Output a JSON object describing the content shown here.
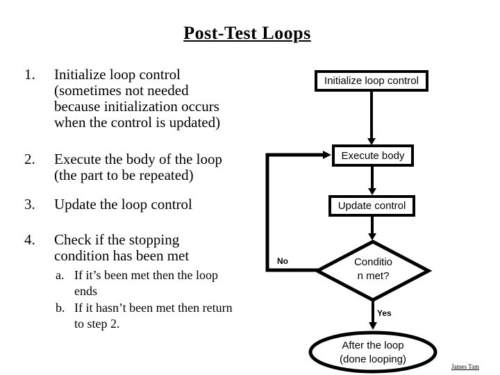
{
  "title": "Post-Test Loops",
  "list": {
    "items": [
      {
        "num": "1.",
        "lines": [
          "Initialize loop control",
          "(sometimes not needed",
          "because initialization occurs",
          "when the control is updated)"
        ]
      },
      {
        "num": "2.",
        "lines": [
          "Execute the body of the loop",
          "(the part to be repeated)"
        ]
      },
      {
        "num": "3.",
        "lines": [
          "Update the loop control"
        ]
      },
      {
        "num": "4.",
        "lines": [
          "Check if the stopping",
          "condition has been met"
        ]
      }
    ],
    "subitems": [
      {
        "num": "a.",
        "lines": [
          "If it’s been met then the loop",
          "ends"
        ]
      },
      {
        "num": "b.",
        "lines": [
          "If it hasn’t been met then return",
          "to step 2."
        ]
      }
    ]
  },
  "flowchart": {
    "init_box": "Initialize loop control",
    "execute_box": "Execute body",
    "update_box": "Update control",
    "decision": {
      "line1": "Conditio",
      "line2": "n met?"
    },
    "no_label": "No",
    "yes_label": "Yes",
    "end_ellipse": {
      "line1": "After the loop",
      "line2": "(done looping)"
    }
  },
  "footer": {
    "credit": "James Tam"
  },
  "colors": {
    "background": "#ffffff",
    "line": "#000000",
    "text": "#000000"
  }
}
